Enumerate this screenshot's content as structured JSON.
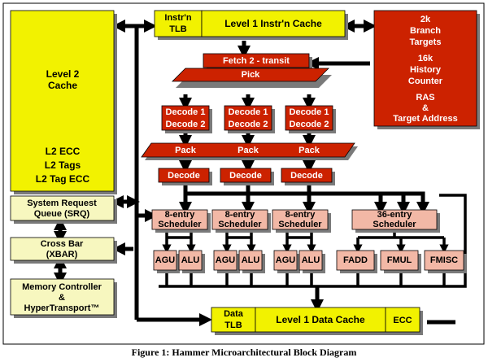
{
  "blocks": {
    "l2_cache": {
      "line1": "Level 2",
      "line2": "Cache",
      "line3": "L2 ECC",
      "line4": "L2 Tags",
      "line5": "L2 Tag ECC"
    },
    "instr_tlb": {
      "line1": "Instr'n",
      "line2": "TLB"
    },
    "l1_instr_cache": {
      "label": "Level 1 Instr'n Cache"
    },
    "branch": {
      "line1": "2k",
      "line2": "Branch",
      "line3": "Targets",
      "line4": "16k",
      "line5": "History",
      "line6": "Counter",
      "line7": "RAS",
      "line8": "&",
      "line9": "Target Address"
    },
    "fetch": {
      "line1": "Fetch 2 - transit",
      "line2": "Pick"
    },
    "decode_pairs": [
      {
        "line1": "Decode 1",
        "line2": "Decode 2"
      },
      {
        "line1": "Decode 1",
        "line2": "Decode 2"
      },
      {
        "line1": "Decode 1",
        "line2": "Decode 2"
      }
    ],
    "pack": [
      "Pack",
      "Pack",
      "Pack"
    ],
    "decode": [
      "Decode",
      "Decode",
      "Decode"
    ],
    "srq": {
      "line1": "System Request",
      "line2": "Queue (SRQ)"
    },
    "xbar": {
      "line1": "Cross Bar",
      "line2": "(XBAR)"
    },
    "memctrl": {
      "line1": "Memory Controller",
      "line2": "&",
      "line3": "HyperTransport™"
    },
    "schedulers": [
      {
        "line1": "8-entry",
        "line2": "Scheduler"
      },
      {
        "line1": "8-entry",
        "line2": "Scheduler"
      },
      {
        "line1": "8-entry",
        "line2": "Scheduler"
      }
    ],
    "fp_scheduler": {
      "line1": "36-entry",
      "line2": "Scheduler"
    },
    "exec_units": [
      "AGU",
      "ALU",
      "AGU",
      "ALU",
      "AGU",
      "ALU"
    ],
    "fp_units": [
      "FADD",
      "FMUL",
      "FMISC"
    ],
    "data_tlb": {
      "line1": "Data",
      "line2": "TLB"
    },
    "l1_data_cache": {
      "label": "Level 1 Data Cache"
    },
    "ecc": {
      "label": "ECC"
    }
  },
  "colors": {
    "yellow": "#f2f200",
    "light_yellow": "#f7f7bf",
    "red": "#cc2200",
    "salmon": "#f2b8a6"
  },
  "caption": "Figure 1: Hammer Microarchitectural Block Diagram"
}
